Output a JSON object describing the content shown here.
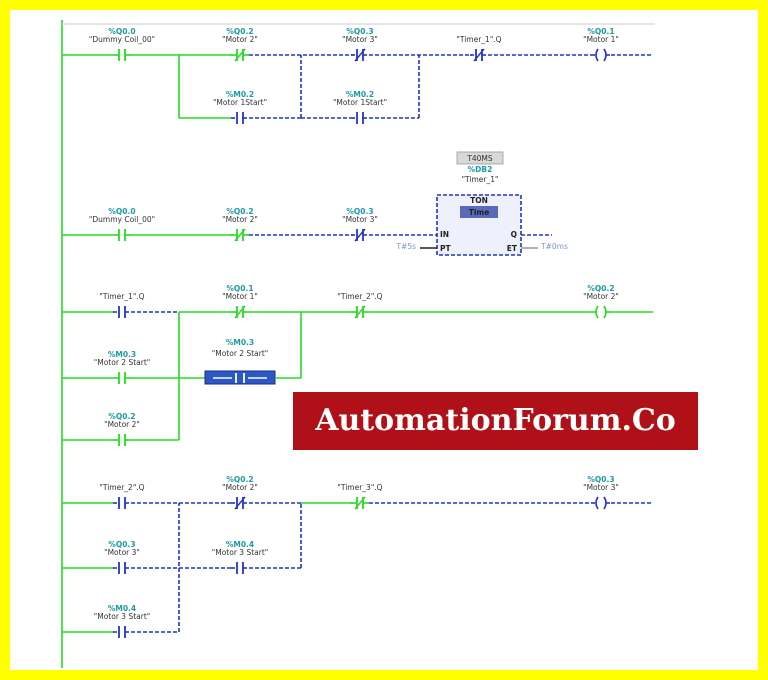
{
  "colors": {
    "frame": "#ffff00",
    "energized": "#22dd22",
    "de_energized": "#2233cc",
    "address": "#1e9aa6",
    "watermark_bg": "#b01018"
  },
  "network1": {
    "rung": [
      {
        "addr": "%Q0.0",
        "name": "\"Dummy Coil_00\""
      },
      {
        "addr": "%Q0.2",
        "name": "\"Motor 2\""
      },
      {
        "addr": "%Q0.3",
        "name": "\"Motor 3\""
      },
      {
        "addr": "",
        "name": "\"Timer_1\".Q"
      },
      {
        "addr": "%Q0.1",
        "name": "\"Motor 1\""
      }
    ],
    "branch": [
      {
        "addr": "%M0.2",
        "name": "\"Motor 1Start\""
      },
      {
        "addr": "%M0.2",
        "name": "\"Motor 1Start\""
      }
    ]
  },
  "network2": {
    "contacts": [
      {
        "addr": "%Q0.0",
        "name": "\"Dummy Coil_00\""
      },
      {
        "addr": "%Q0.2",
        "name": "\"Motor 2\""
      },
      {
        "addr": "%Q0.3",
        "name": "\"Motor 3\""
      }
    ],
    "timer": {
      "db": "T40MS",
      "addr": "%DB2",
      "name": "\"Timer_1\"",
      "type": "TON",
      "subtype": "Time",
      "pins": {
        "in": "IN",
        "q": "Q",
        "pt": "PT",
        "et": "ET"
      },
      "pt_value": "T#5s",
      "et_value": "T#0ms"
    }
  },
  "network3": {
    "rung": [
      {
        "addr": "",
        "name": "\"Timer_1\".Q"
      },
      {
        "addr": "%Q0.1",
        "name": "\"Motor 1\""
      },
      {
        "addr": "",
        "name": "\"Timer_2\".Q"
      },
      {
        "addr": "%Q0.2",
        "name": "\"Motor 2\""
      }
    ],
    "branch1": [
      {
        "addr": "%M0.3",
        "name": "\"Motor 2 Start\""
      },
      {
        "addr": "%M0.3",
        "name": "\"Motor 2 Start\""
      }
    ],
    "branch2": {
      "addr": "%Q0.2",
      "name": "\"Motor 2\""
    }
  },
  "network4": {
    "rung": [
      {
        "addr": "",
        "name": "\"Timer_2\".Q"
      },
      {
        "addr": "%Q0.2",
        "name": "\"Motor 2\""
      },
      {
        "addr": "",
        "name": "\"Timer_3\".Q"
      },
      {
        "addr": "%Q0.3",
        "name": "\"Motor 3\""
      }
    ],
    "branch1": [
      {
        "addr": "%Q0.3",
        "name": "\"Motor 3\""
      },
      {
        "addr": "%M0.4",
        "name": "\"Motor 3 Start\""
      }
    ],
    "branch2": {
      "addr": "%M0.4",
      "name": "\"Motor 3 Start\""
    }
  },
  "watermark": "AutomationForum.Co"
}
